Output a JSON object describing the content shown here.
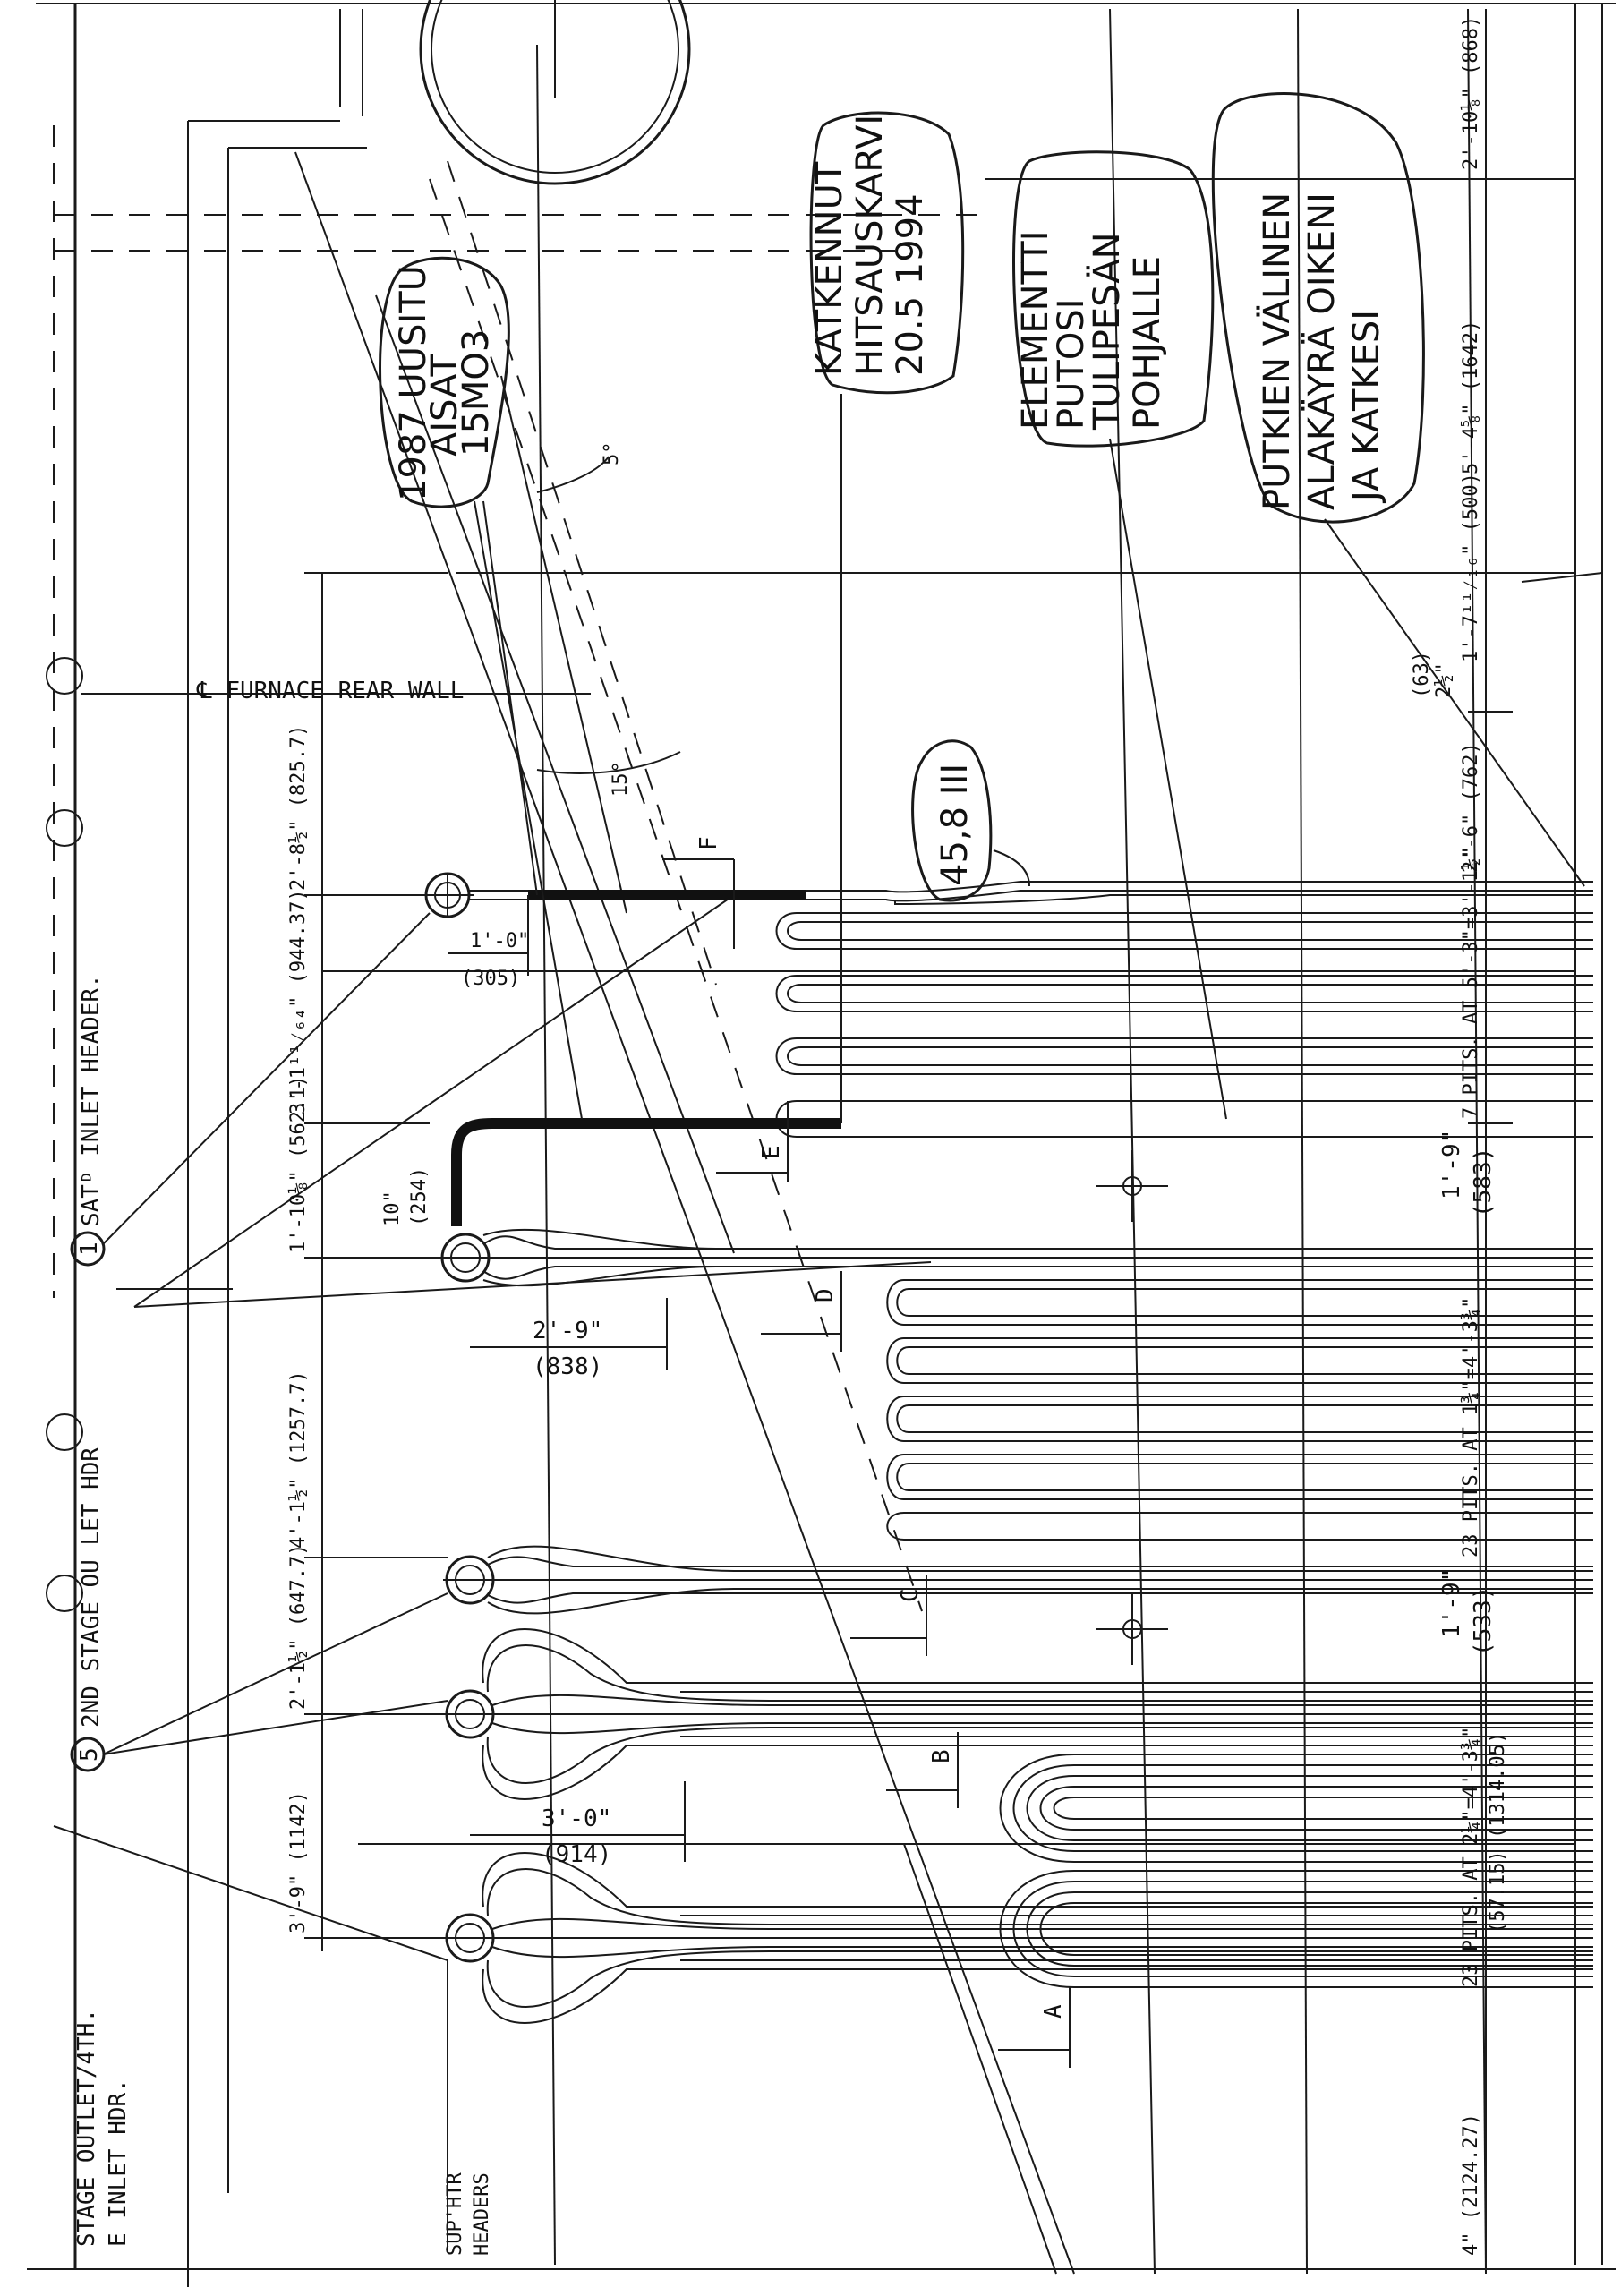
{
  "labels": {
    "satd_inlet_header": "SATᴰ INLET HEADER.",
    "callout_1": "1",
    "second_stage_outlet": "2ND STAGE OU LET HDR",
    "callout_5": "5",
    "stage_outlet_4th": "STAGE OUTLET/4TH.",
    "e_inlet_hdr": "E INLET HDR.",
    "sup_htr_headers_1": "SUP'HTR",
    "sup_htr_headers_2": "HEADERS",
    "furnace_rear_wall": "℄ FURNACE REAR WALL",
    "angle_5": "5°",
    "angle_15": "15°"
  },
  "notes": {
    "note_1987": [
      "1987 UUSITU",
      "AISAT",
      "15MO3"
    ],
    "note_katkennut": [
      "KATKENNUT",
      "HITSAUSKARVI",
      "20.5 1994"
    ],
    "note_elementti": [
      "ELEMENTTI",
      "PUTOSI",
      "TULIPESÄN",
      "POHJALLE"
    ],
    "note_putkien": [
      "PUTKIEN VÄLINEN",
      "ALAKÄYRÄ OIKENI",
      "JA KATKESI"
    ],
    "note_458": "45,8 III"
  },
  "sections": [
    "A",
    "B",
    "C",
    "D",
    "E",
    "F"
  ],
  "dimensions": {
    "left": {
      "d1": "2'-8½\" (825.7)",
      "d2": "3'-1¹¹⁄₆₄\" (944.37)",
      "d3": "1'-10⅛\" (562.1)",
      "d4": "4'-1½\" (1257.7)",
      "d5": "2'-1½\" (647.7)",
      "d6": "3'-9\" (1142)"
    },
    "inner": {
      "i1a": "1'-0\"",
      "i1b": "(305)",
      "i2a": "10\"",
      "i2b": "(254)",
      "i3a": "2'-9\"",
      "i3b": "(838)",
      "i4a": "3'-0\"",
      "i4b": "(914)"
    },
    "right": {
      "r1": "2'-10⅛\" (868)",
      "r2": "5'-4⅝\" (1642)",
      "r3": "1'-7¹¹⁄₁₆\" (500)",
      "r4a": "(63)",
      "r4b": "2½\"",
      "r5": "2'-6\" (762)",
      "r6": "7 PITS. AT 5'-3\"=3'-1½\"",
      "r7a": "1'-9\"",
      "r7b": "(583)",
      "r8": "23 PITS. AT 1¾\"=4'-3¾\"",
      "r9a": "1'-9\"",
      "r9b": "(533)",
      "r10a": "23 PITS. AT 2¼\"=4'-3¾\"",
      "r10b": "(57.15) (1314.05)",
      "r11": "4\" (2124.27)"
    }
  }
}
